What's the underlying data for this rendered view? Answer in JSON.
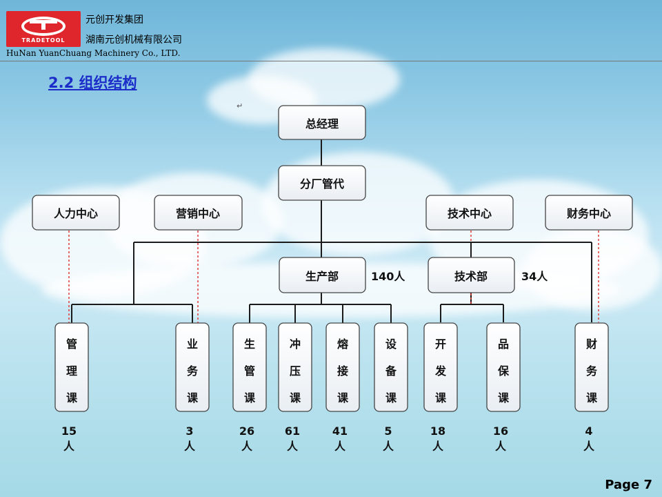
{
  "header": {
    "logo_text": "TRADETOOL",
    "group_name": "元创开发集团",
    "company_cn": "湖南元创机械有限公司",
    "company_en": "HuNan YuanChuang Machinery Co., LTD."
  },
  "section_title": "2.2 组织结构",
  "org": {
    "ceo": "总经理",
    "branch": "分厂管代",
    "centers": [
      "人力中心",
      "营销中心",
      "技术中心",
      "财务中心"
    ],
    "departments": [
      {
        "name": "生产部",
        "headcount": "140人"
      },
      {
        "name": "技术部",
        "headcount": "34人"
      }
    ],
    "sections": [
      {
        "chars": [
          "管",
          "理",
          "课"
        ],
        "count": "15",
        "unit": "人"
      },
      {
        "chars": [
          "业",
          "务",
          "课"
        ],
        "count": "3",
        "unit": "人"
      },
      {
        "chars": [
          "生",
          "管",
          "课"
        ],
        "count": "26",
        "unit": "人"
      },
      {
        "chars": [
          "冲",
          "压",
          "课"
        ],
        "count": "61",
        "unit": "人"
      },
      {
        "chars": [
          "熔",
          "接",
          "课"
        ],
        "count": "41",
        "unit": "人"
      },
      {
        "chars": [
          "设",
          "备",
          "课"
        ],
        "count": "5",
        "unit": "人"
      },
      {
        "chars": [
          "开",
          "发",
          "课"
        ],
        "count": "18",
        "unit": "人"
      },
      {
        "chars": [
          "品",
          "保",
          "课"
        ],
        "count": "16",
        "unit": "人"
      },
      {
        "chars": [
          "财",
          "务",
          "课"
        ],
        "count": "4",
        "unit": "人"
      }
    ]
  },
  "footer": {
    "page_label": "Page 7"
  }
}
